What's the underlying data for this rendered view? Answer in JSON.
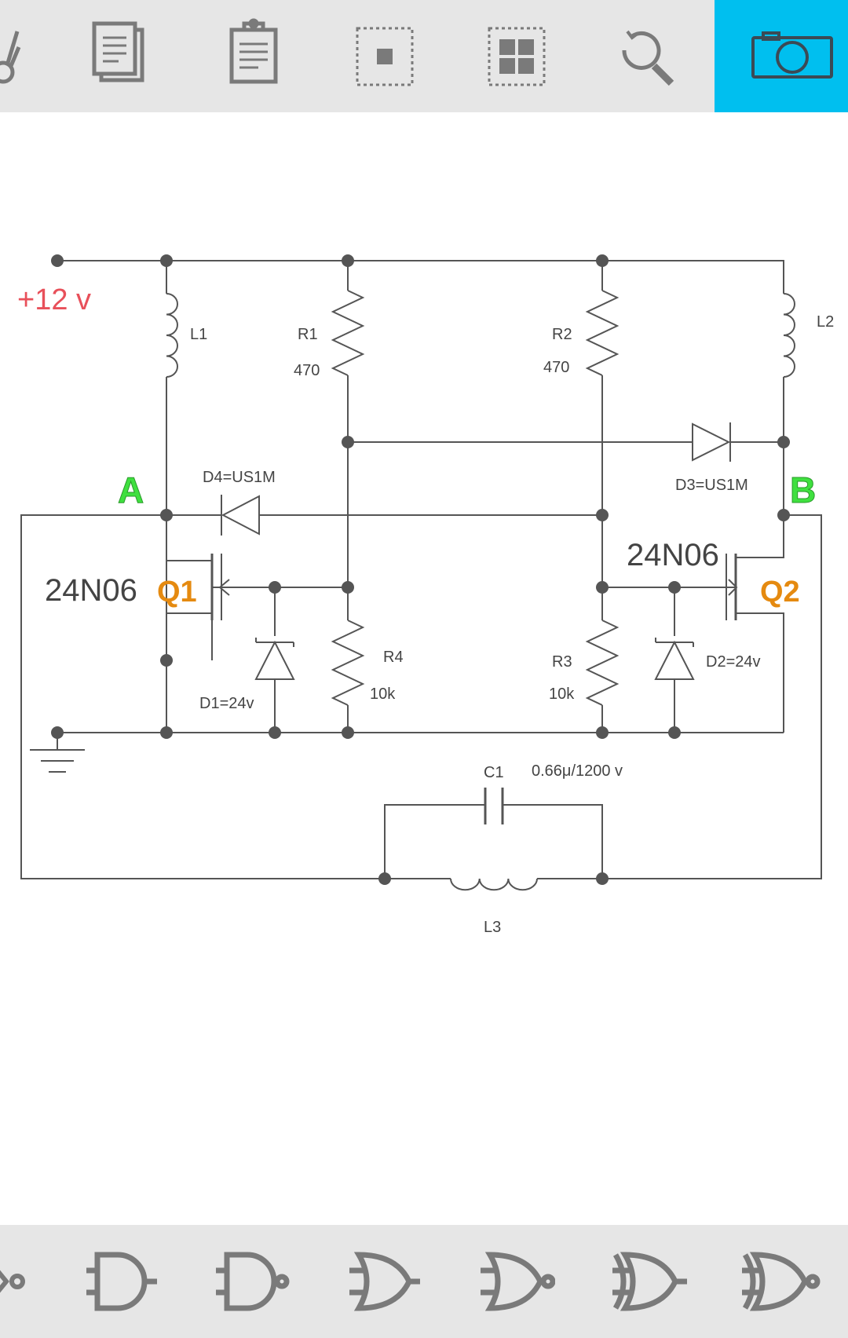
{
  "toolbar": {
    "top_icons": [
      "scissors-icon",
      "copy-icon",
      "clipboard-icon",
      "select-single-icon",
      "select-group-icon",
      "zoom-reset-icon",
      "camera-icon"
    ],
    "active_icon": "camera-icon",
    "active_color": "#00bfef"
  },
  "gates_bar": {
    "icons": [
      "not-gate-icon",
      "and-gate-icon",
      "nand-gate-icon",
      "or-gate-icon",
      "nor-gate-icon",
      "xor-gate-icon",
      "xnor-gate-icon"
    ]
  },
  "circuit": {
    "supply_label": "+12 v",
    "node_a": "A",
    "node_b": "B",
    "l1": "L1",
    "l2": "L2",
    "l3": "L3",
    "r1_name": "R1",
    "r1_value": "470",
    "r2_name": "R2",
    "r2_value": "470",
    "r3_name": "R3",
    "r3_value": "10k",
    "r4_name": "R4",
    "r4_value": "10k",
    "d1": "D1=24v",
    "d2": "D2=24v",
    "d3": "D3=US1M",
    "d4": "D4=US1M",
    "q1_part": "24N06",
    "q1_name": "Q1",
    "q2_part": "24N06",
    "q2_name": "Q2",
    "c1_name": "C1",
    "c1_value": "0.66μ/1200 v"
  }
}
